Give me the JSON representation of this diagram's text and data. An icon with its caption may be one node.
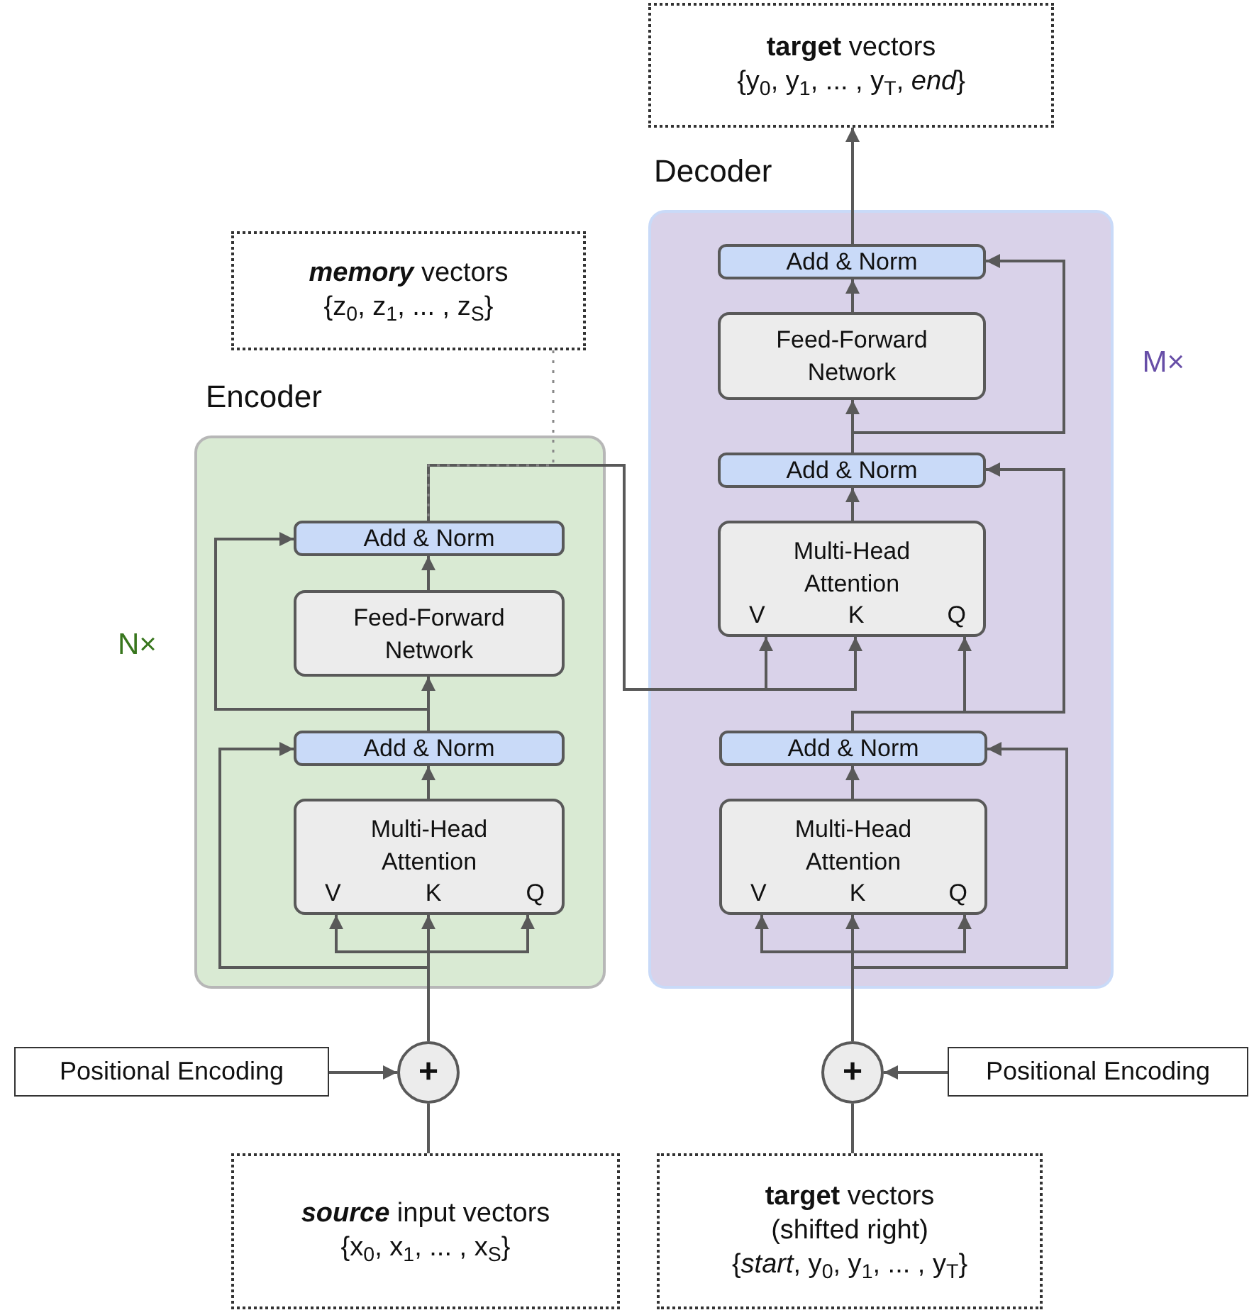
{
  "diagram": {
    "nodes": [
      {
        "text": [
          "**target** vectors",
          "{y$_{0}$, y$_{1}$, ... , y$_{T}$, *end*}"
        ]
      },
      {
        "text": [
          "**memory** vectors",
          "{z$_{0}$, z$_{1}$, ... , z$_{S}$}"
        ]
      },
      {
        "text": [
          "Encoder"
        ],
        "beside": [
          "N×"
        ]
      },
      {
        "text": [
          "Add & Norm"
        ],
        "in": 2
      },
      {
        "text": [
          "Feed-Forward Network"
        ],
        "in": 2
      },
      {
        "text": [
          "Add & Norm"
        ],
        "in": 2
      },
      {
        "text": [
          "Multi-Head Attention",
          "V",
          "K",
          "Q"
        ],
        "in": 2
      },
      {
        "text": [
          "Decoder"
        ],
        "beside": [
          "M×"
        ]
      },
      {
        "text": [
          "Add & Norm"
        ],
        "in": 7
      },
      {
        "text": [
          "Feed-Forward Network"
        ],
        "in": 7
      },
      {
        "text": [
          "Add & Norm"
        ],
        "in": 7
      },
      {
        "text": [
          "Multi-Head Attention",
          "V",
          "K",
          "Q"
        ],
        "in": 7
      },
      {
        "text": [
          "Add & Norm"
        ],
        "in": 7
      },
      {
        "text": [
          "Multi-Head Attention",
          "V",
          "K",
          "Q"
        ],
        "in": 7
      },
      {
        "text": [
          "Positional Encoding"
        ]
      },
      {
        "text": [
          "+"
        ]
      },
      {
        "text": [
          "**source** input vectors",
          "{x$_{0}$, x$_{1}$, ... , x$_{S}$}"
        ]
      },
      {
        "text": [
          "+"
        ]
      },
      {
        "text": [
          "Positional Encoding"
        ]
      },
      {
        "text": [
          "**target** vectors",
          "(shifted right)",
          "{*start*, y$_{0}$, y$_{1}$, ... , y$_{T}$}"
        ]
      }
    ],
    "edges": [
      {
        "from": 16,
        "to": 15,
        "arrow": "none"
      },
      {
        "from": 14,
        "to": 15,
        "arrow": "to"
      },
      {
        "from": 15,
        "to": 6,
        "arrow": "to"
      },
      {
        "from": 15,
        "to": 6,
        "arrow": "to"
      },
      {
        "from": 15,
        "to": 6,
        "arrow": "to"
      },
      {
        "from": 15,
        "to": 5,
        "arrow": "to"
      },
      {
        "from": 6,
        "to": 5,
        "arrow": "to"
      },
      {
        "from": 5,
        "to": 4,
        "arrow": "to"
      },
      {
        "from": 5,
        "to": 3,
        "arrow": "to"
      },
      {
        "from": 4,
        "to": 3,
        "arrow": "to"
      },
      {
        "from": 3,
        "to": 11,
        "arrow": "to"
      },
      {
        "from": 3,
        "to": 11,
        "arrow": "to"
      },
      {
        "from": 1,
        "to": 3,
        "arrow": "none",
        "style": "dashed"
      },
      {
        "from": 19,
        "to": 17,
        "arrow": "none"
      },
      {
        "from": 18,
        "to": 17,
        "arrow": "to"
      },
      {
        "from": 17,
        "to": 13,
        "arrow": "to"
      },
      {
        "from": 17,
        "to": 13,
        "arrow": "to"
      },
      {
        "from": 17,
        "to": 13,
        "arrow": "to"
      },
      {
        "from": 17,
        "to": 12,
        "arrow": "to"
      },
      {
        "from": 13,
        "to": 12,
        "arrow": "to"
      },
      {
        "from": 12,
        "to": 11,
        "arrow": "to"
      },
      {
        "from": 12,
        "to": 10,
        "arrow": "to"
      },
      {
        "from": 11,
        "to": 10,
        "arrow": "to"
      },
      {
        "from": 10,
        "to": 9,
        "arrow": "to"
      },
      {
        "from": 10,
        "to": 8,
        "arrow": "to"
      },
      {
        "from": 9,
        "to": 8,
        "arrow": "to"
      },
      {
        "from": 8,
        "to": 0,
        "arrow": "to"
      }
    ]
  }
}
